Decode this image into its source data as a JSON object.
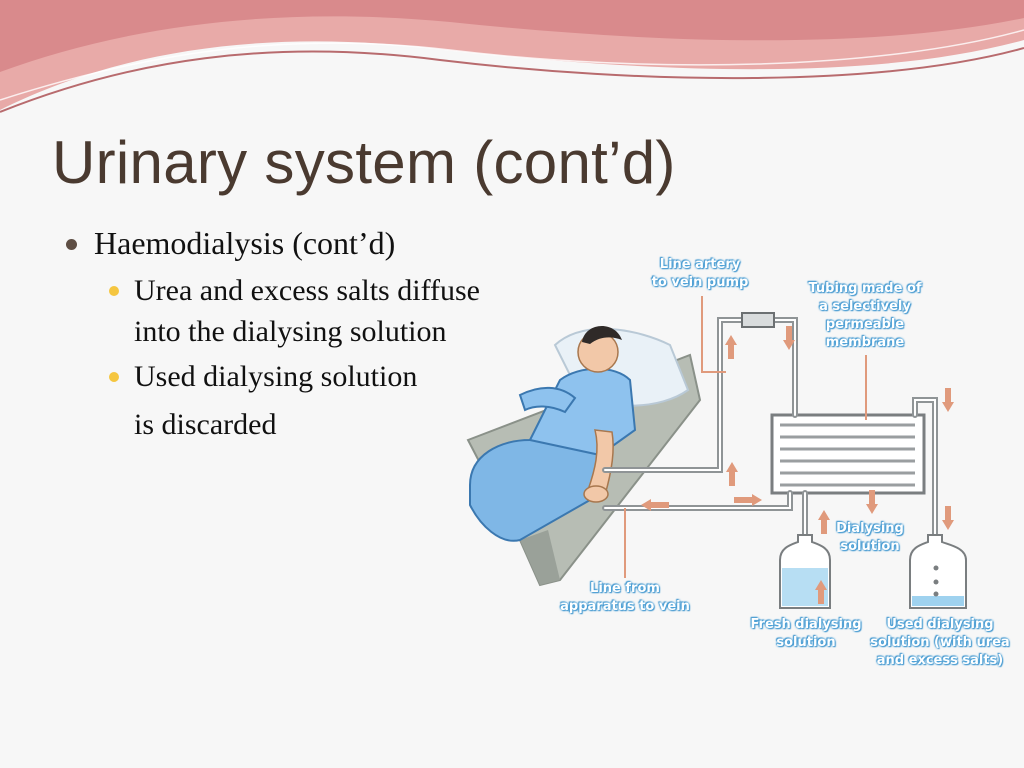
{
  "slide": {
    "title": "Urinary system (cont’d)",
    "bullet": "Haemodialysis (cont’d)",
    "sub_bullets": [
      "Urea and excess salts diffuse into the dialysing solution",
      "Used dialysing solution"
    ],
    "continuation": "is discarded"
  },
  "figure": {
    "labels": {
      "line_artery": [
        "Line artery",
        "to vein pump"
      ],
      "tubing": [
        "Tubing made of",
        "a selectively",
        "permeable",
        "membrane"
      ],
      "dialysing_solution": [
        "Dialysing",
        "solution"
      ],
      "line_from_apparatus": [
        "Line from",
        "apparatus to vein"
      ],
      "fresh_solution": [
        "Fresh dialysing",
        "solution"
      ],
      "used_solution": [
        "Used dialysing",
        "solution (with urea",
        "and excess salts)"
      ]
    }
  },
  "colors": {
    "title": "#4a3a30",
    "header_band": "#e8aaa8",
    "bullet_primary": "#5e4e44",
    "bullet_secondary": "#f5c640",
    "label_text": "#ffffff",
    "label_outline": "#4da3d9"
  }
}
